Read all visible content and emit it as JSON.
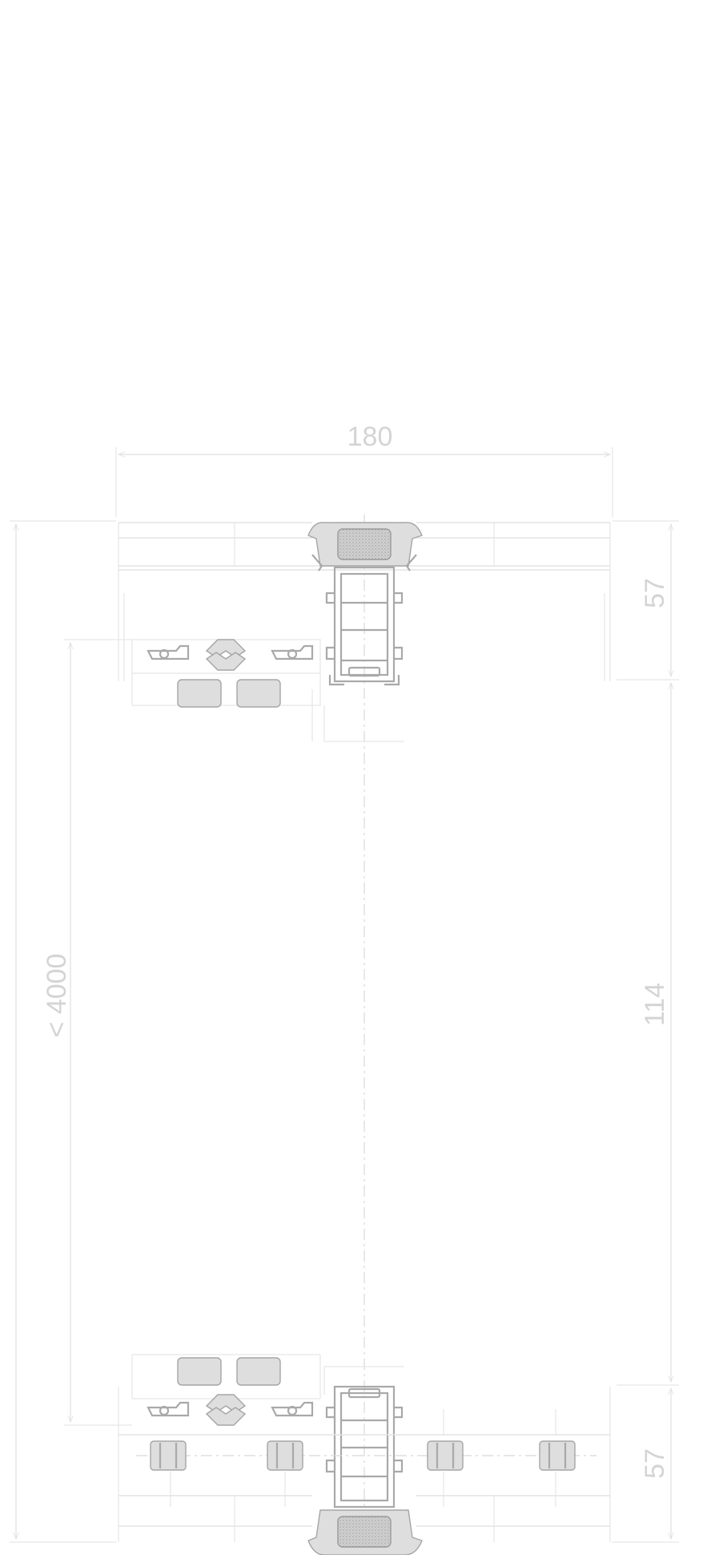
{
  "dimensions": {
    "top_width": "180",
    "upper_height": "57",
    "middle_height": "114",
    "lower_height": "57",
    "overall_height": "< 4000"
  },
  "colors": {
    "dimension_line": "#e3e3e3",
    "dimension_text": "#d4d4d4",
    "profile_outline": "#a9a9a9",
    "profile_fill": "#cfcfcf"
  }
}
